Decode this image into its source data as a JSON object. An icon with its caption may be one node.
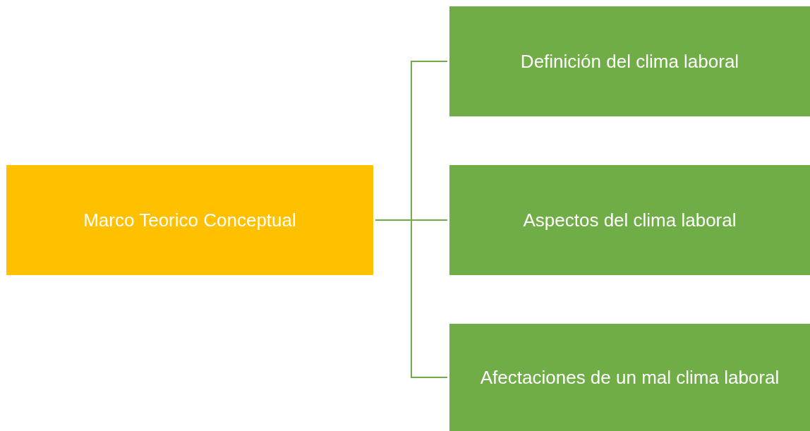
{
  "diagram": {
    "nodes": [
      {
        "text": [
          "Marco Teorico Conceptual"
        ]
      },
      {
        "text": [
          "Definición del clima laboral"
        ]
      },
      {
        "text": [
          "Aspectos del clima laboral"
        ]
      },
      {
        "text": [
          "Afectaciones de un mal clima laboral"
        ]
      }
    ],
    "edges": [
      {
        "from": 0,
        "to": 1,
        "arrow": "none"
      },
      {
        "from": 0,
        "to": 2,
        "arrow": "none"
      },
      {
        "from": 0,
        "to": 3,
        "arrow": "none"
      }
    ]
  }
}
